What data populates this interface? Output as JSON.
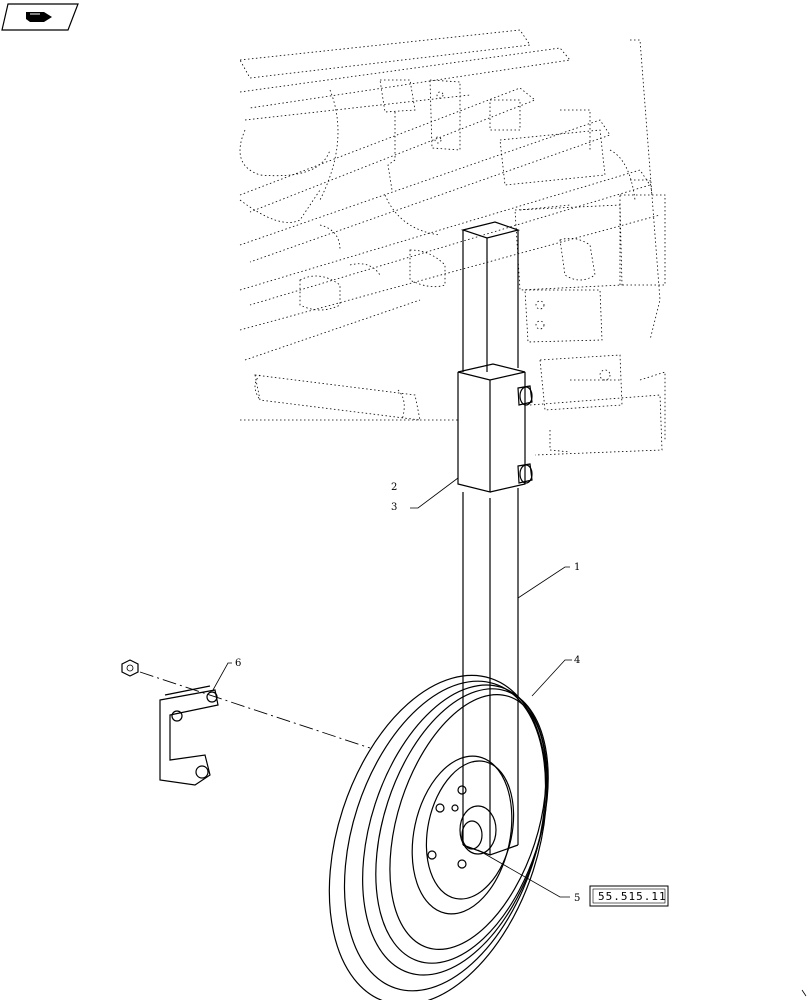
{
  "callouts": {
    "c1": "1",
    "c2": "2",
    "c3": "3",
    "c4": "4",
    "c5": "5",
    "c6": "6"
  },
  "reference": {
    "code": "55.515.11"
  },
  "icons": {
    "nav": "hand-pointing-icon"
  }
}
